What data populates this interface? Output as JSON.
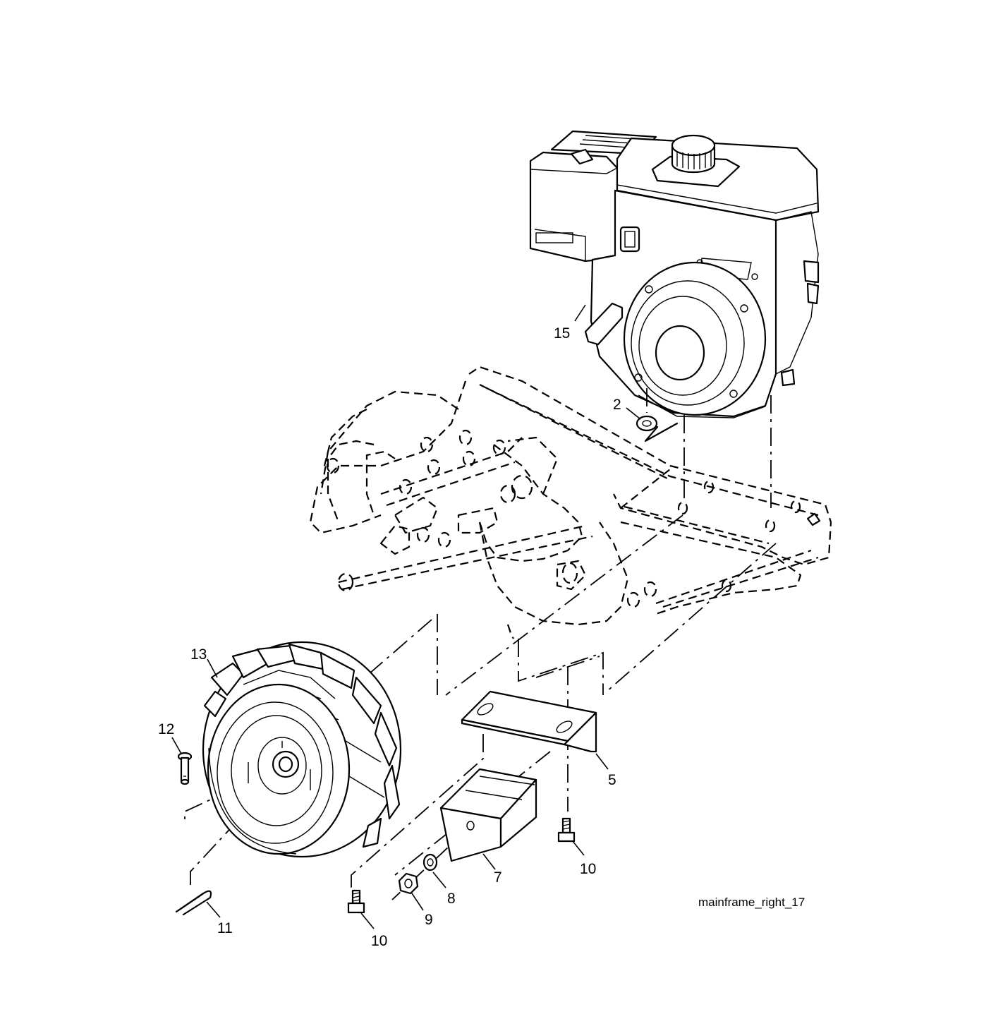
{
  "diagram": {
    "caption": "mainframe_right_17",
    "callouts": {
      "c15": "15",
      "c2": "2",
      "c13": "13",
      "c12": "12",
      "c5": "5",
      "c7": "7",
      "c8": "8",
      "c9": "9",
      "c10a": "10",
      "c10b": "10",
      "c11": "11"
    }
  }
}
